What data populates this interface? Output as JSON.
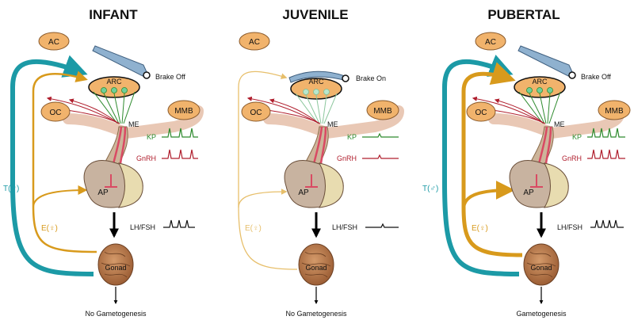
{
  "panels": [
    {
      "title": "INFANT",
      "ac": "AC",
      "arc": "ARC",
      "brake": "Brake Off",
      "oc": "OC",
      "mmb": "MMB",
      "me": "ME",
      "kp": "KP",
      "gnrh": "GnRH",
      "ap": "AP",
      "lhfsh": "LH/FSH",
      "testosterone": "T(♂)",
      "estrogen": "E(♀)",
      "gonad": "Gonad",
      "outcome": "No Gametogenesis",
      "brake_on": false,
      "pulses_active": true,
      "feedback_strength": "strong"
    },
    {
      "title": "JUVENILE",
      "ac": "AC",
      "arc": "ARC",
      "brake": "Brake On",
      "oc": "OC",
      "mmb": "MMB",
      "me": "ME",
      "kp": "KP",
      "gnrh": "GnRH",
      "ap": "AP",
      "lhfsh": "LH/FSH",
      "testosterone": "",
      "estrogen": "E(♀)",
      "gonad": "Gonad",
      "outcome": "No Gametogenesis",
      "brake_on": true,
      "pulses_active": false,
      "feedback_strength": "weak"
    },
    {
      "title": "PUBERTAL",
      "ac": "AC",
      "arc": "ARC",
      "brake": "Brake Off",
      "oc": "OC",
      "mmb": "MMB",
      "me": "ME",
      "kp": "KP",
      "gnrh": "GnRH",
      "ap": "AP",
      "lhfsh": "LH/FSH",
      "testosterone": "T(♂)",
      "estrogen": "E(♀)",
      "gonad": "Gonad",
      "outcome": "Gametogenesis",
      "brake_on": false,
      "pulses_active": true,
      "feedback_strength": "strong"
    }
  ],
  "colors": {
    "teal": "#1c9aa6",
    "gold": "#d89a1c",
    "gold_pale": "#e7bf6b",
    "orange_node": "#f1b36c",
    "kp_green": "#2e8b2e",
    "gnrh_red": "#b01f2e",
    "brake_blue": "#8fb1cf",
    "pituitary": "#cdb59a",
    "gonad": "#b97a4e"
  }
}
